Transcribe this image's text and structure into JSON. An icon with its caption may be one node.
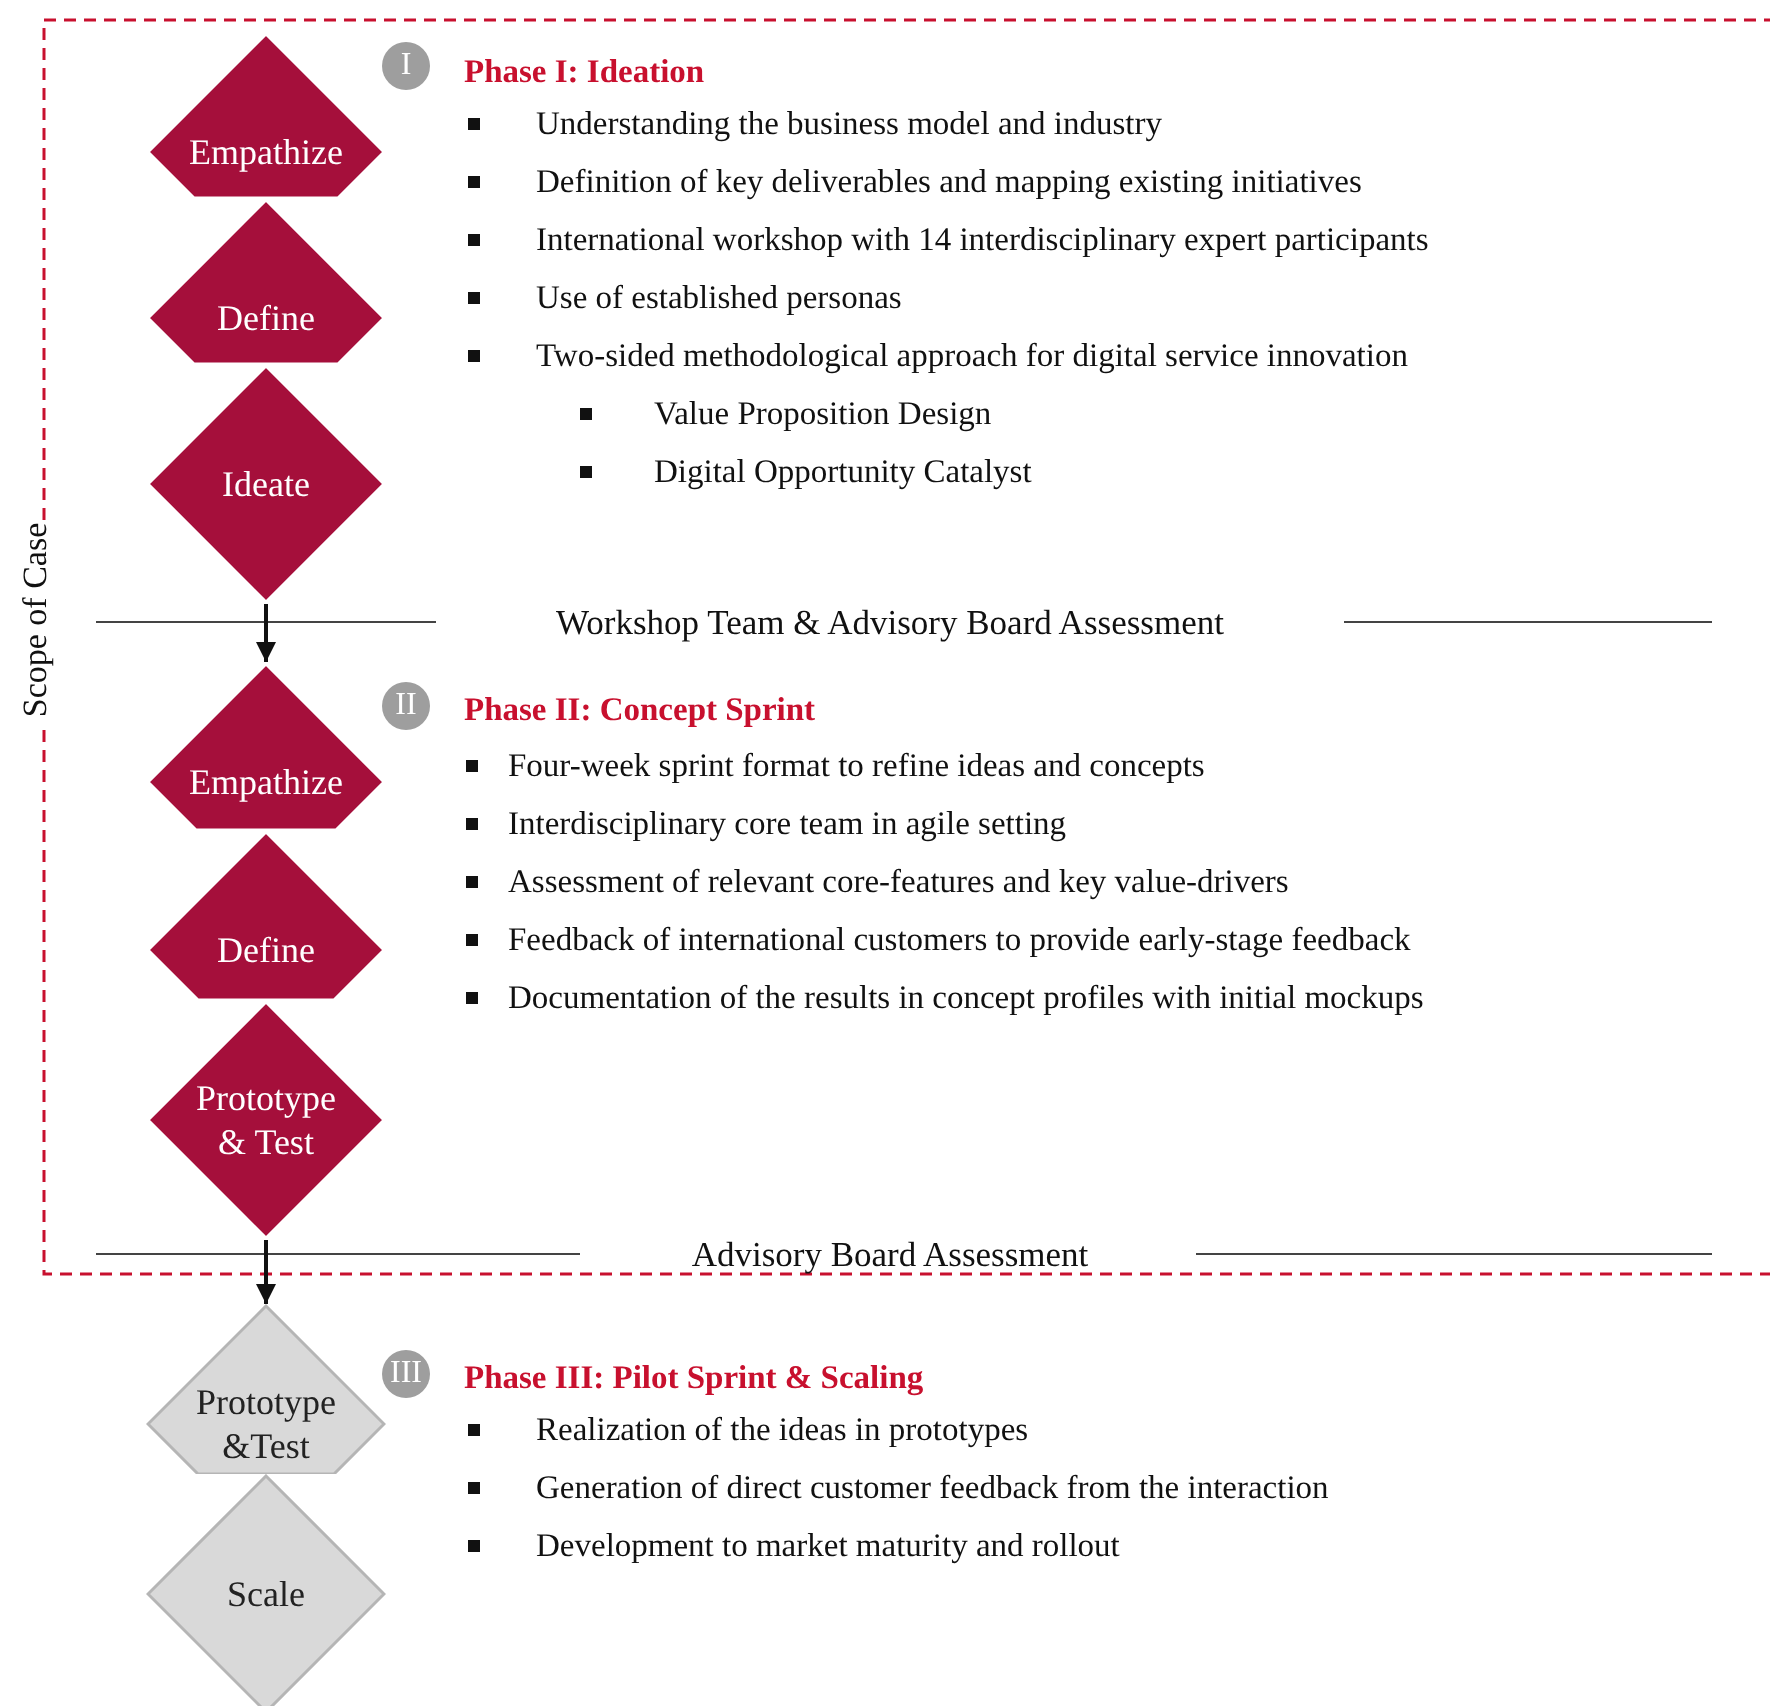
{
  "diagram": {
    "nodes": [
      {
        "text": [
          "Empathize"
        ]
      },
      {
        "text": [
          "Define"
        ]
      },
      {
        "text": [
          "Ideate"
        ]
      },
      {
        "text": [
          "Empathize"
        ]
      },
      {
        "text": [
          "Define"
        ]
      },
      {
        "text": [
          "Prototype & Test"
        ]
      },
      {
        "text": [
          "Prototype &Test"
        ]
      },
      {
        "text": [
          "Scale"
        ]
      }
    ],
    "edges": [
      {
        "from": 2,
        "to": 3,
        "arrow": "to"
      },
      {
        "from": 5,
        "to": 6,
        "arrow": "to"
      }
    ],
    "labels": [
      "Scope of Case",
      "I",
      "Phase I: Ideation",
      "Understanding the business model and industry",
      "Definition of key deliverables and mapping existing initiatives",
      "International workshop with 14 interdisciplinary expert participants",
      "Use of established personas",
      "Two-sided methodological approach for digital service innovation",
      "Value Proposition Design",
      "Digital Opportunity Catalyst",
      "Workshop Team & Advisory Board Assessment",
      "II",
      "Phase II: Concept Sprint",
      "Four-week sprint format to refine ideas and concepts",
      "Interdisciplinary core team in agile setting",
      "Assessment of relevant core-features and key value-drivers",
      "Feedback of international customers to provide early-stage feedback",
      "Documentation of the results in concept profiles with initial mockups",
      "Advisory Board Assessment",
      "III",
      "Phase III: Pilot Sprint & Scaling",
      "Realization of the ideas in prototypes",
      "Generation of direct customer feedback from the interaction",
      "Development to market maturity and rollout"
    ]
  }
}
